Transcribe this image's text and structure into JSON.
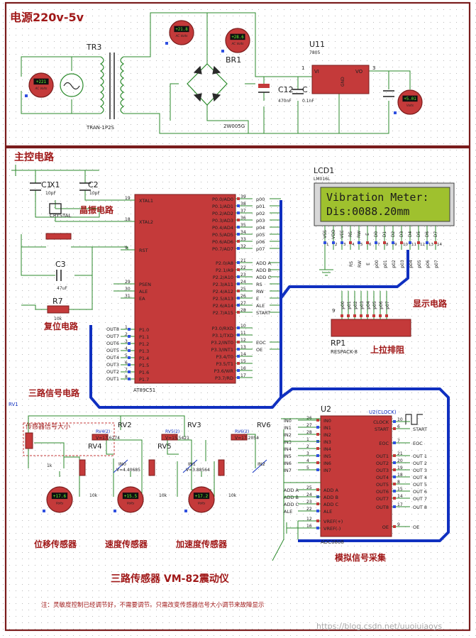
{
  "sections": {
    "power_title": "电源220v-5v",
    "main_title": "主控电路"
  },
  "colors": {
    "frame": "#7a1c1c",
    "wire": "#2b8a2b",
    "bus": "#1030c0",
    "chip": "#c43a3a",
    "pin": "#3050e0",
    "lcd": "#9fc12e"
  },
  "power": {
    "tr3": "TR3",
    "tr3_model": "TRAN-1P2S",
    "br1": "BR1",
    "br1_model": "2W005G",
    "u11": "U11",
    "u11_model": "7805",
    "u11_vi": "VI",
    "u11_vo": "VO",
    "u11_gnd": "GND",
    "u11_pin1": "1",
    "u11_pin3": "3",
    "c12": "C12",
    "c12_val": "470nF",
    "c": "C",
    "c_val": "0.1nF",
    "meters": [
      {
        "value": "+221",
        "unit": "AC Volts"
      },
      {
        "value": "+21.8",
        "unit": "AC Volts"
      },
      {
        "value": "+28.6",
        "unit": "AC Volts"
      },
      {
        "value": "+5.01",
        "unit": "Volts"
      }
    ]
  },
  "mcu": {
    "name": "AT89C51",
    "left_pins": [
      {
        "num": "19",
        "name": "XTAL1"
      },
      {
        "num": "18",
        "name": "XTAL2"
      },
      {
        "num": "9",
        "name": "RST"
      },
      {
        "num": "29",
        "name": "PSEN"
      },
      {
        "num": "30",
        "name": "ALE"
      },
      {
        "num": "31",
        "name": "EA"
      },
      {
        "num": "1",
        "name": "P1.0"
      },
      {
        "num": "2",
        "name": "P1.1"
      },
      {
        "num": "3",
        "name": "P1.2"
      },
      {
        "num": "4",
        "name": "P1.3"
      },
      {
        "num": "5",
        "name": "P1.4"
      },
      {
        "num": "6",
        "name": "P1.5"
      },
      {
        "num": "7",
        "name": "P1.6"
      },
      {
        "num": "8",
        "name": "P1.7"
      }
    ],
    "p1_nets": [
      "OUT8",
      "OUT7",
      "OUT6",
      "OUT5",
      "OUT4",
      "OUT3",
      "OUT2",
      "OUT1"
    ],
    "right_pins": [
      {
        "num": "39",
        "name": "P0.0/AD0",
        "net": "p00"
      },
      {
        "num": "38",
        "name": "P0.1/AD1",
        "net": "p01"
      },
      {
        "num": "37",
        "name": "P0.2/AD2",
        "net": "p02"
      },
      {
        "num": "36",
        "name": "P0.3/AD3",
        "net": "p03"
      },
      {
        "num": "35",
        "name": "P0.4/AD4",
        "net": "p04"
      },
      {
        "num": "34",
        "name": "P0.5/AD5",
        "net": "p05"
      },
      {
        "num": "33",
        "name": "P0.6/AD6",
        "net": "p06"
      },
      {
        "num": "32",
        "name": "P0.7/AD7",
        "net": "p07"
      },
      {
        "num": "21",
        "name": "P2.0/A8",
        "net": "ADD A"
      },
      {
        "num": "22",
        "name": "P2.1/A9",
        "net": "ADD B"
      },
      {
        "num": "23",
        "name": "P2.2/A10",
        "net": "ADD C"
      },
      {
        "num": "24",
        "name": "P2.3/A11",
        "net": "RS"
      },
      {
        "num": "25",
        "name": "P2.4/A12",
        "net": "RW"
      },
      {
        "num": "26",
        "name": "P2.5/A13",
        "net": "E"
      },
      {
        "num": "27",
        "name": "P2.6/A14",
        "net": "ALE"
      },
      {
        "num": "28",
        "name": "P2.7/A15",
        "net": "START"
      },
      {
        "num": "10",
        "name": "P3.0/RXD",
        "net": ""
      },
      {
        "num": "11",
        "name": "P3.1/TXD",
        "net": ""
      },
      {
        "num": "12",
        "name": "P3.2/INT0",
        "net": "EOC"
      },
      {
        "num": "13",
        "name": "P3.3/INT1",
        "net": "OE"
      },
      {
        "num": "14",
        "name": "P3.4/T0",
        "net": ""
      },
      {
        "num": "15",
        "name": "P3.5/T1",
        "net": ""
      },
      {
        "num": "16",
        "name": "P3.6/WR",
        "net": ""
      },
      {
        "num": "17",
        "name": "P3.7/RD",
        "net": ""
      }
    ]
  },
  "crystal": {
    "x1": "X1",
    "model": "CRYSTAL",
    "c1": "C1",
    "c1_val": "10pF",
    "c2": "C2",
    "c2_val": "10pF",
    "label": "晶振电路"
  },
  "reset": {
    "c3": "C3",
    "c3_val": "47uF",
    "r7": "R7",
    "r7_val": "10k",
    "label": "复位电路"
  },
  "lcd": {
    "name": "LCD1",
    "model": "LM016L",
    "line1": "Vibration Meter:",
    "line2": "Dis:0088.20mm",
    "pins": [
      "VSS",
      "VDD",
      "VEE",
      "RS",
      "RW",
      "E",
      "D0",
      "D1",
      "D2",
      "D3",
      "D4",
      "D5",
      "D6",
      "D7"
    ],
    "pin_nums": [
      "1",
      "2",
      "3",
      "4",
      "5",
      "6",
      "7",
      "8",
      "9",
      "10",
      "11",
      "12",
      "13",
      "14"
    ],
    "nets": [
      "RS",
      "RW",
      "E",
      "p00",
      "p01",
      "p02",
      "p03",
      "p04",
      "p05",
      "p06",
      "p07"
    ],
    "label": "显示电路"
  },
  "rp1": {
    "name": "RP1",
    "model": "RESPACK-8",
    "pin9": "9",
    "label": "上拉排阻",
    "nets": [
      "p00",
      "p01",
      "p02",
      "p03",
      "p04",
      "p05",
      "p06",
      "p07"
    ]
  },
  "adc": {
    "name": "U2",
    "model": "ADC0808",
    "clock_net": "U2(CLOCK)",
    "left_pins": [
      {
        "num": "26",
        "name": "IN0",
        "net": "IN0"
      },
      {
        "num": "27",
        "name": "IN1",
        "net": "IN1"
      },
      {
        "num": "28",
        "name": "IN2",
        "net": "IN2"
      },
      {
        "num": "1",
        "name": "IN3",
        "net": "IN3"
      },
      {
        "num": "2",
        "name": "IN4",
        "net": "IN4"
      },
      {
        "num": "3",
        "name": "IN5",
        "net": "IN5"
      },
      {
        "num": "4",
        "name": "IN6",
        "net": "IN6"
      },
      {
        "num": "5",
        "name": "IN7",
        "net": "IN7"
      },
      {
        "num": "25",
        "name": "ADD A",
        "net": "ADD A"
      },
      {
        "num": "24",
        "name": "ADD B",
        "net": "ADD B"
      },
      {
        "num": "23",
        "name": "ADD C",
        "net": "ADD C"
      },
      {
        "num": "22",
        "name": "ALE",
        "net": "ALE"
      },
      {
        "num": "12",
        "name": "VREF(+)",
        "net": ""
      },
      {
        "num": "16",
        "name": "VREF(-)",
        "net": ""
      }
    ],
    "right_pins": [
      {
        "num": "10",
        "name": "CLOCK",
        "net": ""
      },
      {
        "num": "6",
        "name": "START",
        "net": "START"
      },
      {
        "num": "7",
        "name": "EOC",
        "net": "EOC"
      },
      {
        "num": "21",
        "name": "OUT1",
        "net": "OUT 1"
      },
      {
        "num": "20",
        "name": "OUT2",
        "net": "OUT 2"
      },
      {
        "num": "19",
        "name": "OUT3",
        "net": "OUT 3"
      },
      {
        "num": "18",
        "name": "OUT4",
        "net": "OUT 4"
      },
      {
        "num": "8",
        "name": "OUT5",
        "net": "OUT 5"
      },
      {
        "num": "15",
        "name": "OUT6",
        "net": "OUT 6"
      },
      {
        "num": "14",
        "name": "OUT7",
        "net": "OUT 7"
      },
      {
        "num": "17",
        "name": "OUT8",
        "net": "OUT 8"
      },
      {
        "num": "9",
        "name": "OE",
        "net": "OE"
      }
    ],
    "label": "模拟信号采集"
  },
  "sensors": {
    "title": "三路信号电路",
    "note": "传感器信号大小",
    "rv1": "RV1",
    "rv": [
      {
        "name": "RV2",
        "value": "V=17.6274",
        "probe": "RV4(2)",
        "net": "IN0"
      },
      {
        "name": "RV3",
        "value": "V=15.5421",
        "probe": "RV5(2)",
        "net": "IN1"
      },
      {
        "name": "RV6",
        "value": "V=17.2054",
        "probe": "RV6(2)",
        "net": "IN2"
      }
    ],
    "rv_low": [
      {
        "name": "RV4",
        "value": "V=4.40685"
      },
      {
        "name": "RV5",
        "value": "V=3.88564"
      }
    ],
    "r1k": "1k",
    "r10k": "10k",
    "meters": [
      {
        "value": "+17.6",
        "unit": "Volts",
        "label": "位移传感器"
      },
      {
        "value": "+15.5",
        "unit": "Volts",
        "label": "速度传感器"
      },
      {
        "value": "+17.2",
        "unit": "Volts",
        "label": "加速度传感器"
      }
    ],
    "device_title": "三路传感器 VM-82震动仪",
    "footnote": "注：灵敏度控制已经调节好，不需要调节。只需改变传感器信号大小调节来故障显示"
  },
  "watermark": "https://blog.csdn.net/uuoiuiaoys"
}
